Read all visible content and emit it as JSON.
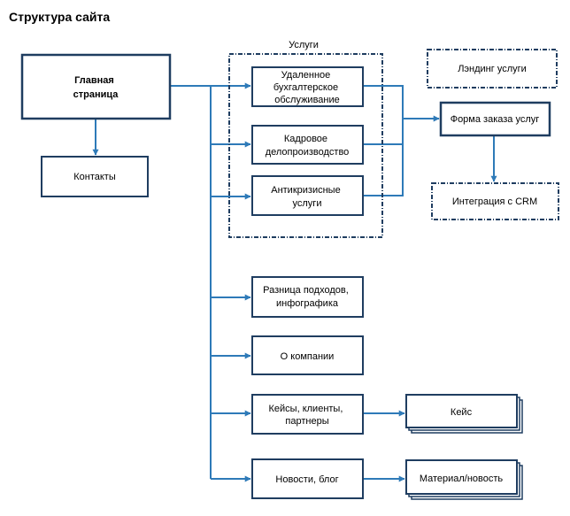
{
  "title": "Структура сайта",
  "group_label": "Услуги",
  "nodes": {
    "home": [
      "Главная",
      "страница"
    ],
    "contacts": [
      "Контакты"
    ],
    "remote_accounting": [
      "Удаленное",
      "бухгалтерское",
      "обслуживание"
    ],
    "hr_docs": [
      "Кадровое",
      "делопроизводство"
    ],
    "anticrisis": [
      "Антикризисные",
      "услуги"
    ],
    "landing": [
      "Лэндинг услуги"
    ],
    "order_form": [
      "Форма заказа услуг"
    ],
    "crm": [
      "Интеграция с CRM"
    ],
    "approaches": [
      "Разница подходов,",
      "инфографика"
    ],
    "about": [
      "О компании"
    ],
    "cases_clients": [
      "Кейсы, клиенты,",
      "партнеры"
    ],
    "case": [
      "Кейс"
    ],
    "news_blog": [
      "Новости, блог"
    ],
    "material": [
      "Материал/новость"
    ]
  },
  "colors": {
    "box_border": "#1f3d60",
    "connector": "#2e7ab8"
  }
}
